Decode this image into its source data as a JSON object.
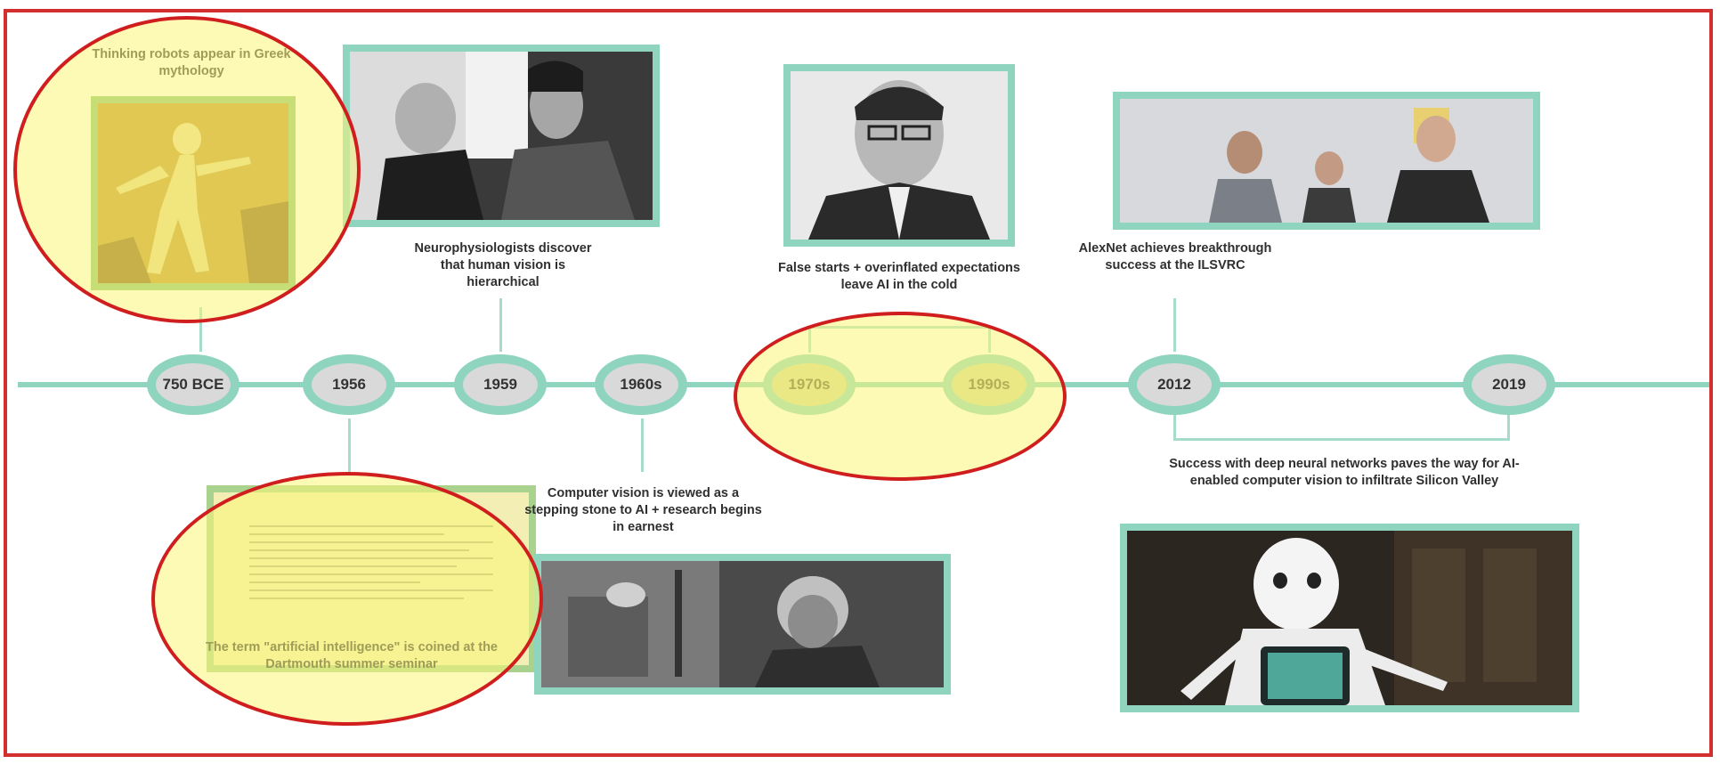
{
  "timeline": {
    "nodes": [
      {
        "label": "750 BCE",
        "highlighted": false
      },
      {
        "label": "1956",
        "highlighted": false
      },
      {
        "label": "1959",
        "highlighted": false
      },
      {
        "label": "1960s",
        "highlighted": false
      },
      {
        "label": "1970s",
        "highlighted": true
      },
      {
        "label": "1990s",
        "highlighted": true
      },
      {
        "label": "2012",
        "highlighted": false
      },
      {
        "label": "2019",
        "highlighted": false
      }
    ],
    "captions": {
      "bce750": "Thinking robots appear in Greek mythology",
      "y1956": "The term \"artificial intelligence\" is coined at the Dartmouth summer seminar",
      "y1959": "Neurophysiologists discover that human vision is hierarchical",
      "y1960s": "Computer vision is viewed as a stepping stone to AI + research begins in earnest",
      "y1970s_1990s": "False starts + overinflated expectations leave AI in the cold",
      "y2012": "AlexNet achieves breakthrough success at the ILSVRC",
      "y2019": "Success with deep neural networks paves the way for AI-enabled computer vision to infiltrate Silicon Valley"
    }
  },
  "colors": {
    "accent": "#8fd4bf",
    "highlight": "#f8f28a",
    "annotation": "#d32f2f"
  }
}
